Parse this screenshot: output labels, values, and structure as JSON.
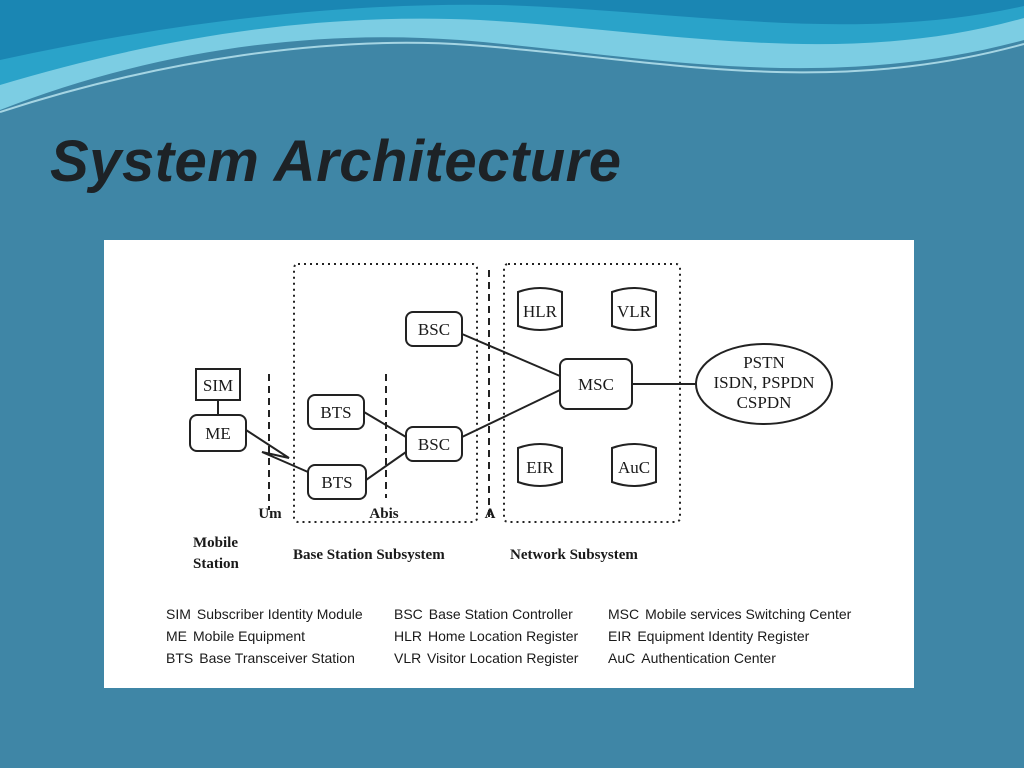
{
  "slide": {
    "title": "System Architecture"
  },
  "diagram": {
    "nodes": {
      "sim": "SIM",
      "me": "ME",
      "bts_top": "BTS",
      "bts_bottom": "BTS",
      "bsc_top": "BSC",
      "bsc_bottom": "BSC",
      "hlr": "HLR",
      "vlr": "VLR",
      "msc": "MSC",
      "eir": "EIR",
      "auc": "AuC",
      "pstn_lines": [
        "PSTN",
        "ISDN, PSPDN",
        "CSPDN"
      ]
    },
    "interfaces": {
      "um": "Um",
      "abis": "Abis",
      "a": "A"
    },
    "groups": {
      "mobile_station_lines": [
        "Mobile",
        "Station"
      ],
      "base_station_subsystem": "Base Station Subsystem",
      "network_subsystem": "Network Subsystem"
    },
    "legend": [
      [
        {
          "code": "SIM",
          "text": "Subscriber Identity Module"
        },
        {
          "code": "ME",
          "text": "Mobile Equipment"
        },
        {
          "code": "BTS",
          "text": "Base Transceiver Station"
        }
      ],
      [
        {
          "code": "BSC",
          "text": "Base Station Controller"
        },
        {
          "code": "HLR",
          "text": "Home Location Register"
        },
        {
          "code": "VLR",
          "text": "Visitor Location Register"
        }
      ],
      [
        {
          "code": "MSC",
          "text": "Mobile services Switching Center"
        },
        {
          "code": "EIR",
          "text": "Equipment Identity Register"
        },
        {
          "code": "AuC",
          "text": "Authentication Center"
        }
      ]
    ]
  }
}
